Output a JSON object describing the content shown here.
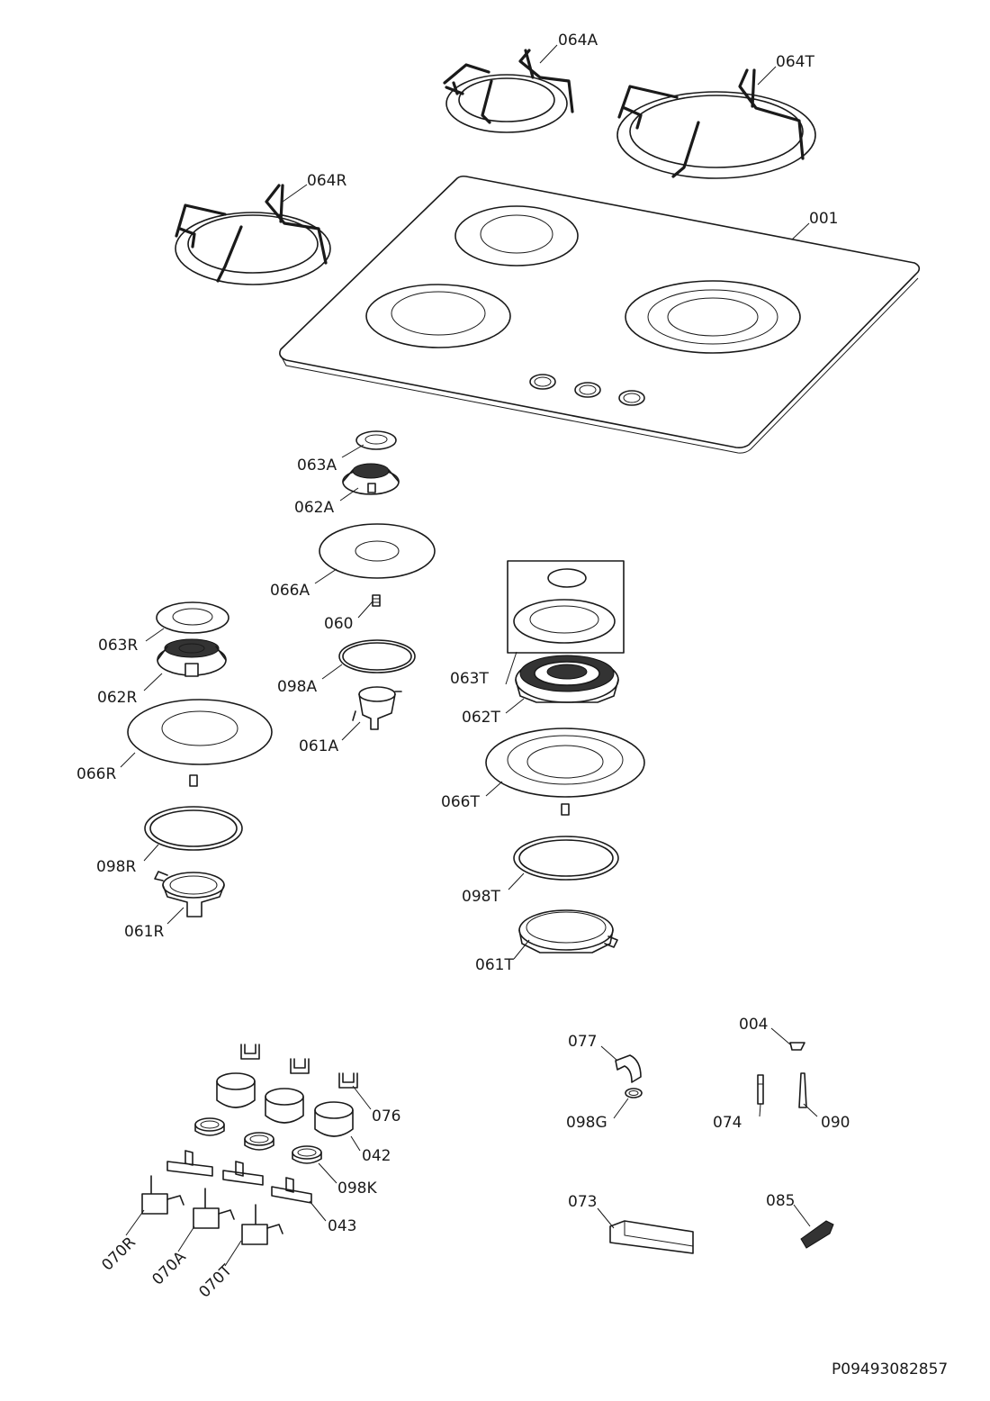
{
  "labels": {
    "001": "001",
    "004": "004",
    "042": "042",
    "043": "043",
    "060": "060",
    "061A": "061A",
    "061R": "061R",
    "061T": "061T",
    "062A": "062A",
    "062R": "062R",
    "062T": "062T",
    "063A": "063A",
    "063R": "063R",
    "063T": "063T",
    "064A": "064A",
    "064R": "064R",
    "064T": "064T",
    "066A": "066A",
    "066R": "066R",
    "066T": "066T",
    "070A": "070A",
    "070R": "070R",
    "070T": "070T",
    "073": "073",
    "074": "074",
    "076": "076",
    "077": "077",
    "085": "085",
    "090": "090",
    "098A": "098A",
    "098G": "098G",
    "098K": "098K",
    "098R": "098R",
    "098T": "098T"
  },
  "drawing_code": "P09493082857"
}
